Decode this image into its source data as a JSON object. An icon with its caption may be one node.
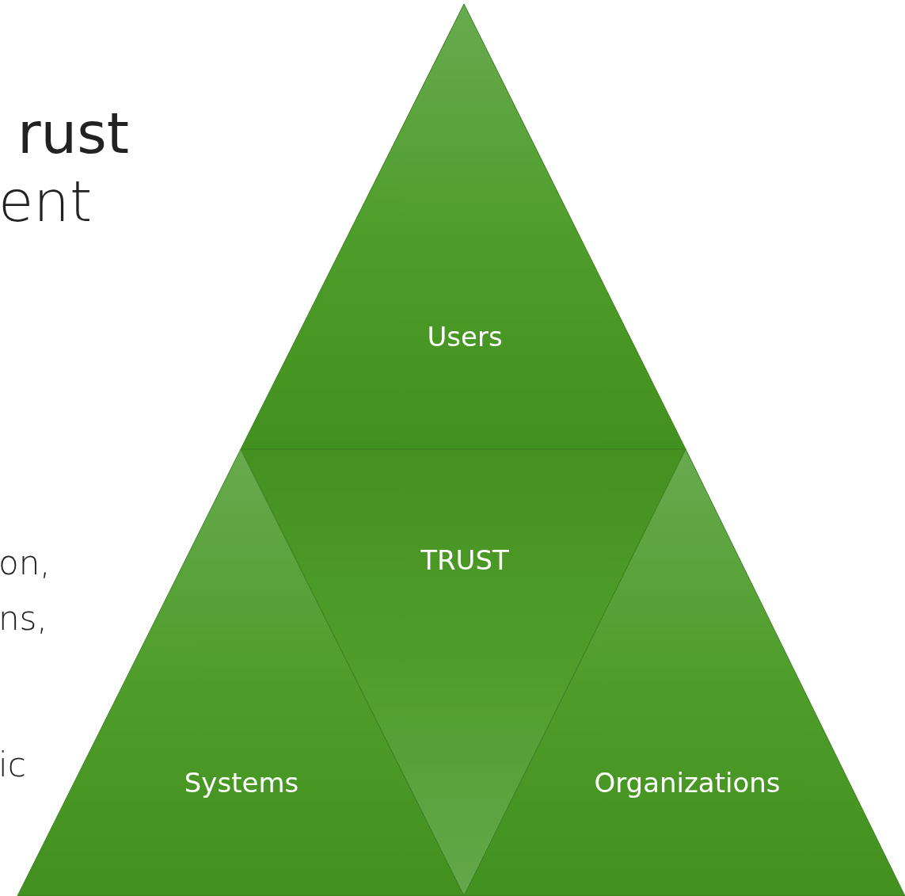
{
  "diagram": {
    "nodes": [
      {
        "text": [
          "Users"
        ]
      },
      {
        "text": [
          "TRUST"
        ]
      },
      {
        "text": [
          "Systems"
        ]
      },
      {
        "text": [
          "Organizations"
        ]
      }
    ],
    "labels": [
      "rust",
      "ent",
      "on,",
      "ns,",
      "ic"
    ]
  }
}
